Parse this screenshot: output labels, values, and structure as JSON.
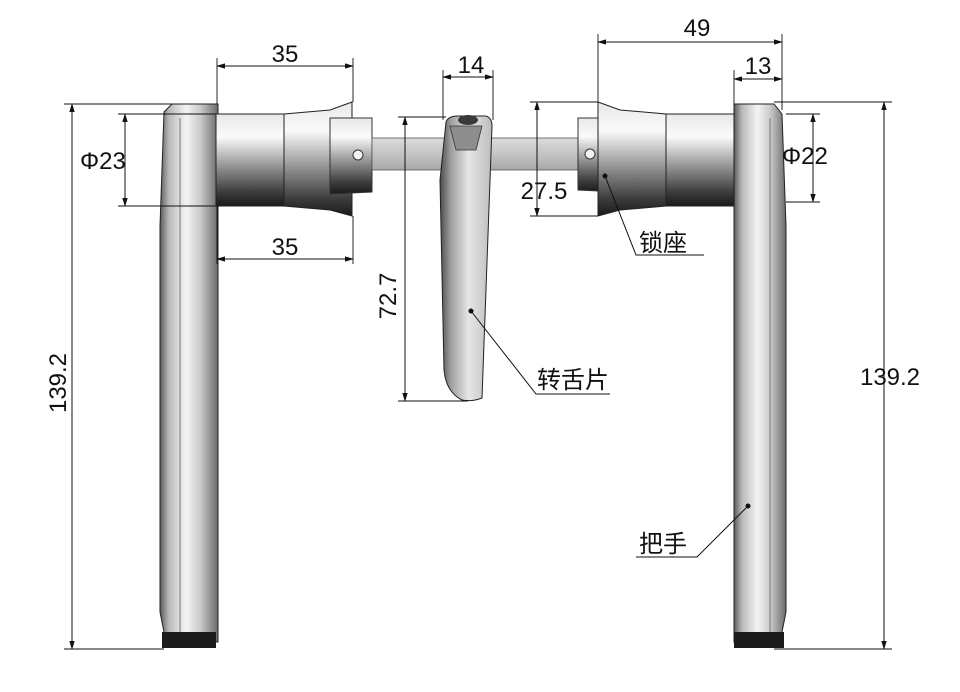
{
  "dimensions": {
    "left_knob_top_width": "35",
    "left_knob_bottom_width": "35",
    "left_knob_diameter": "Φ23",
    "left_handle_height": "139.2",
    "tongue_width": "14",
    "tongue_height": "72.7",
    "seat_offset": "27.5",
    "right_assembly_width": "49",
    "right_handle_thickness": "13",
    "right_knob_diameter": "Φ22",
    "right_handle_height": "139.2"
  },
  "callouts": {
    "lock_seat": "锁座",
    "tongue_piece": "转舌片",
    "handle": "把手"
  }
}
